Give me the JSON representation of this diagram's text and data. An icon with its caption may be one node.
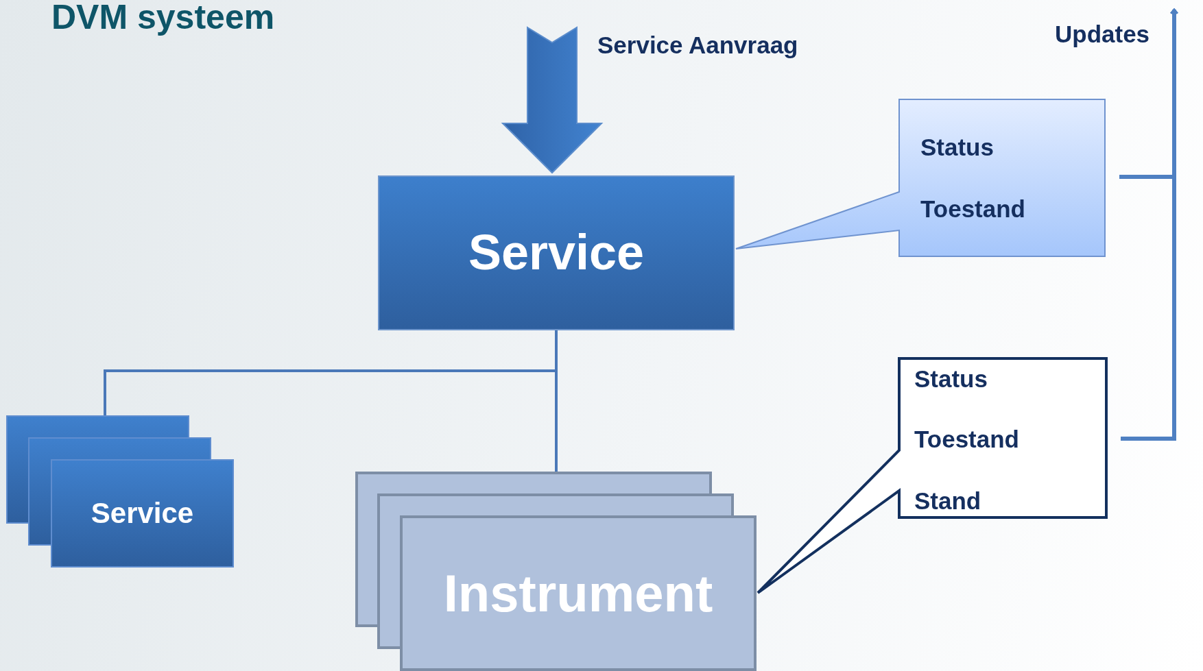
{
  "diagram": {
    "title": "DVM systeem",
    "nodes": [
      {
        "text": [
          "Service"
        ]
      },
      {
        "text": [
          "Status",
          "Toestand"
        ]
      },
      {
        "text": [
          "Service"
        ]
      },
      {
        "text": [
          "Instrument"
        ]
      },
      {
        "text": [
          "Status",
          "Toestand",
          "Stand"
        ]
      }
    ],
    "edges": [
      {
        "from": null,
        "to": 0,
        "arrow": "to",
        "label": "Service Aanvraag",
        "style": "thick"
      },
      {
        "from": 0,
        "to": 2,
        "arrow": "none"
      },
      {
        "from": 0,
        "to": 3,
        "arrow": "none"
      },
      {
        "from": 1,
        "to": null,
        "arrow": "to",
        "label": "Updates"
      },
      {
        "from": 4,
        "to": null,
        "arrow": "to"
      }
    ]
  }
}
